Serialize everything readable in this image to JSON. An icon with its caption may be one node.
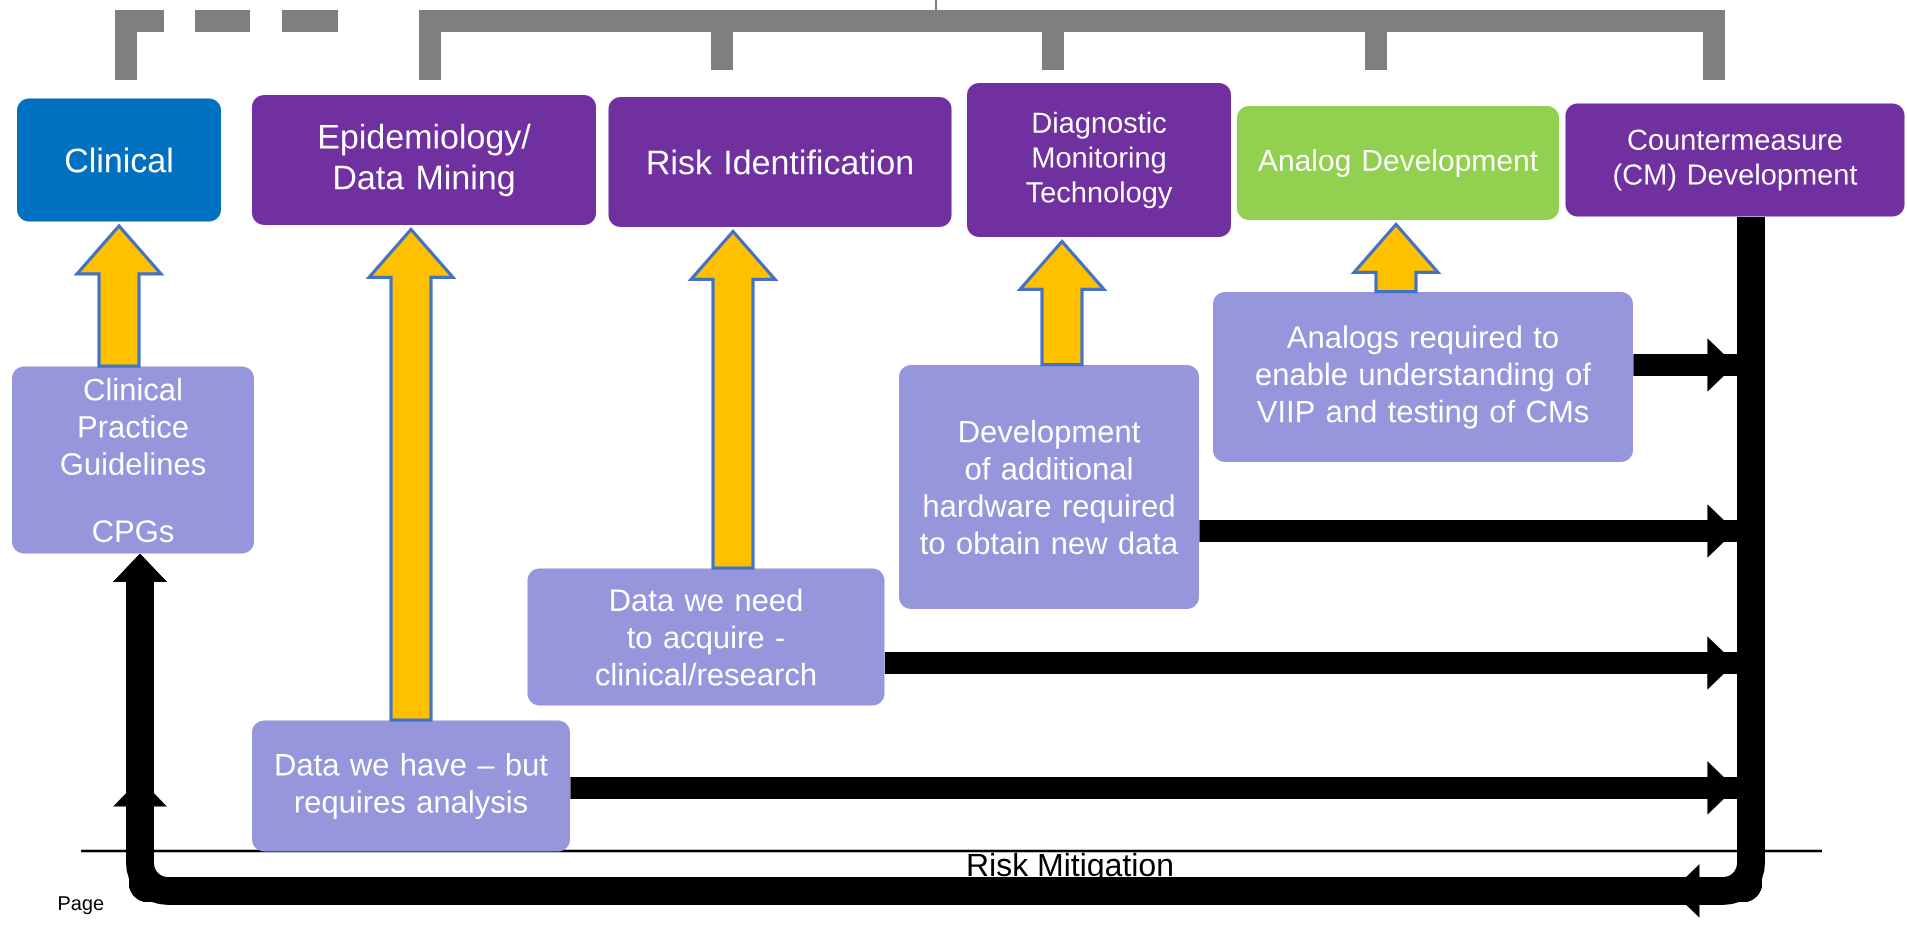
{
  "diagram": {
    "nodes": [
      {
        "text": [
          "Clinical"
        ]
      },
      {
        "text": [
          "Epidemiology/ Data Mining"
        ]
      },
      {
        "text": [
          "Risk Identification"
        ]
      },
      {
        "text": [
          "Diagnostic Monitoring Technology"
        ]
      },
      {
        "text": [
          "Analog Development"
        ]
      },
      {
        "text": [
          "Countermeasure (CM) Development"
        ]
      },
      {
        "text": [
          "Clinical Practice Guidelines",
          "CPGs"
        ]
      },
      {
        "text": [
          "Data we have – but requires analysis"
        ]
      },
      {
        "text": [
          "Data we need to acquire - clinical/research"
        ]
      },
      {
        "text": [
          "Development of additional hardware required to obtain new data"
        ]
      },
      {
        "text": [
          "Analogs required to enable understanding of VIIP and testing of CMs"
        ]
      }
    ],
    "edges": [
      {
        "from": 6,
        "to": 0,
        "arrow": "to",
        "color": "#ffc000"
      },
      {
        "from": 7,
        "to": 1,
        "arrow": "to",
        "color": "#ffc000"
      },
      {
        "from": 8,
        "to": 2,
        "arrow": "to",
        "color": "#ffc000"
      },
      {
        "from": 9,
        "to": 3,
        "arrow": "to",
        "color": "#ffc000"
      },
      {
        "from": 10,
        "to": 4,
        "arrow": "to",
        "color": "#ffc000"
      },
      {
        "from": 10,
        "to": 6,
        "arrow": "to"
      },
      {
        "from": 9,
        "to": 6,
        "arrow": "to"
      },
      {
        "from": 8,
        "to": 6,
        "arrow": "to"
      },
      {
        "from": 7,
        "to": 6,
        "arrow": "to"
      },
      {
        "from": 5,
        "to": 6,
        "arrow": "to"
      }
    ],
    "labels": [
      "Risk Mitigation",
      "Page"
    ]
  }
}
